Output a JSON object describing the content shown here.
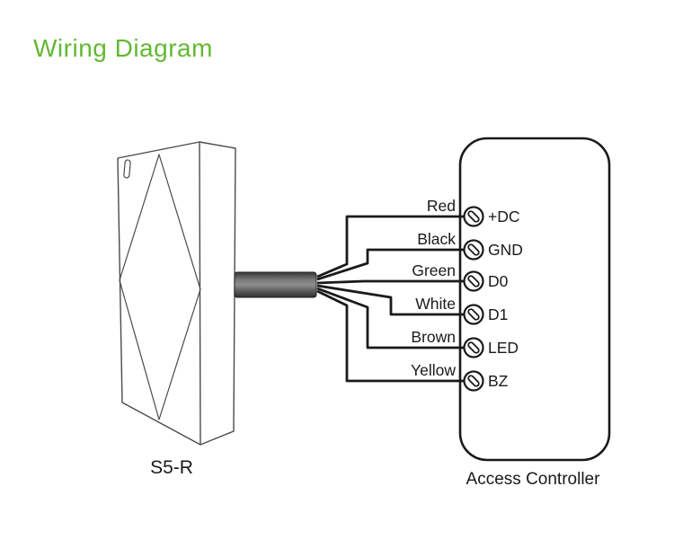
{
  "title": "Wiring Diagram",
  "colors": {
    "accent_green": "#64b832",
    "wire_line": "#1a1a1a",
    "reader_outline": "#4a4a4a",
    "cable_gray": "#6e6e6e"
  },
  "reader": {
    "label": "S5-R"
  },
  "controller": {
    "label": "Access Controller"
  },
  "connections": [
    {
      "wire": "Red",
      "terminal": "+DC"
    },
    {
      "wire": "Black",
      "terminal": "GND"
    },
    {
      "wire": "Green",
      "terminal": "D0"
    },
    {
      "wire": "White",
      "terminal": "D1"
    },
    {
      "wire": "Brown",
      "terminal": "LED"
    },
    {
      "wire": "Yellow",
      "terminal": "BZ"
    }
  ]
}
